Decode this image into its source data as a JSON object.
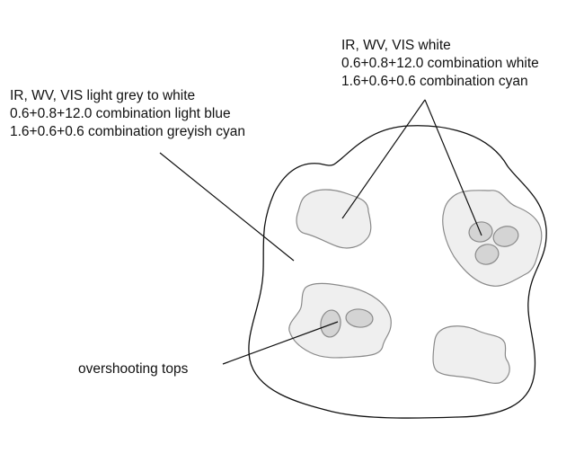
{
  "labels": {
    "anvil": {
      "lines": [
        "IR, WV, VIS light grey to white",
        "0.6+0.8+12.0 combination light blue",
        "1.6+0.6+0.6 combination greyish cyan"
      ]
    },
    "cores": {
      "lines": [
        "IR, WV, VIS white",
        "0.6+0.8+12.0 combination white",
        "1.6+0.6+0.6 combination cyan"
      ]
    },
    "overshooting": {
      "text": "overshooting tops"
    }
  },
  "colors": {
    "outline": "#111111",
    "core_fill": "#efefef",
    "core_stroke": "#8a8a8a",
    "top_fill": "#d4d4d4",
    "top_stroke": "#8a8a8a",
    "leader": "#111111"
  }
}
